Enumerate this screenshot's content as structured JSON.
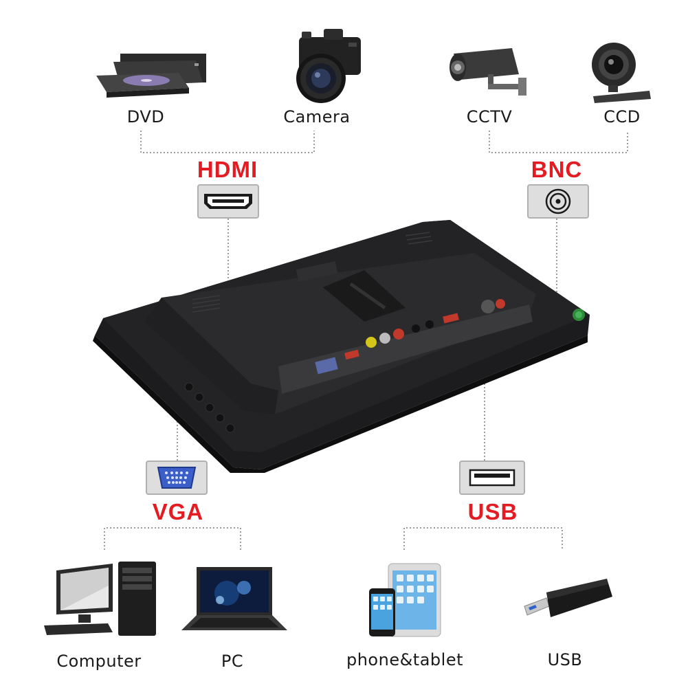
{
  "top": {
    "hdmi_group": {
      "title": "HDMI",
      "devices": [
        {
          "label": "DVD",
          "icon": "dvd-drive-icon"
        },
        {
          "label": "Camera",
          "icon": "camera-icon"
        }
      ]
    },
    "bnc_group": {
      "title": "BNC",
      "devices": [
        {
          "label": "CCTV",
          "icon": "cctv-camera-icon"
        },
        {
          "label": "CCD",
          "icon": "webcam-icon"
        }
      ]
    }
  },
  "bottom": {
    "vga_group": {
      "title": "VGA",
      "devices": [
        {
          "label": "Computer",
          "icon": "desktop-computer-icon"
        },
        {
          "label": "PC",
          "icon": "laptop-icon"
        }
      ]
    },
    "usb_group": {
      "title": "USB",
      "devices": [
        {
          "label": "phone&tablet",
          "icon": "phone-tablet-icon"
        },
        {
          "label": "USB",
          "icon": "usb-stick-icon"
        }
      ]
    }
  },
  "colors": {
    "accent": "#e31b23",
    "monitor": "#1c1c1e",
    "connector_line": "#888888"
  }
}
